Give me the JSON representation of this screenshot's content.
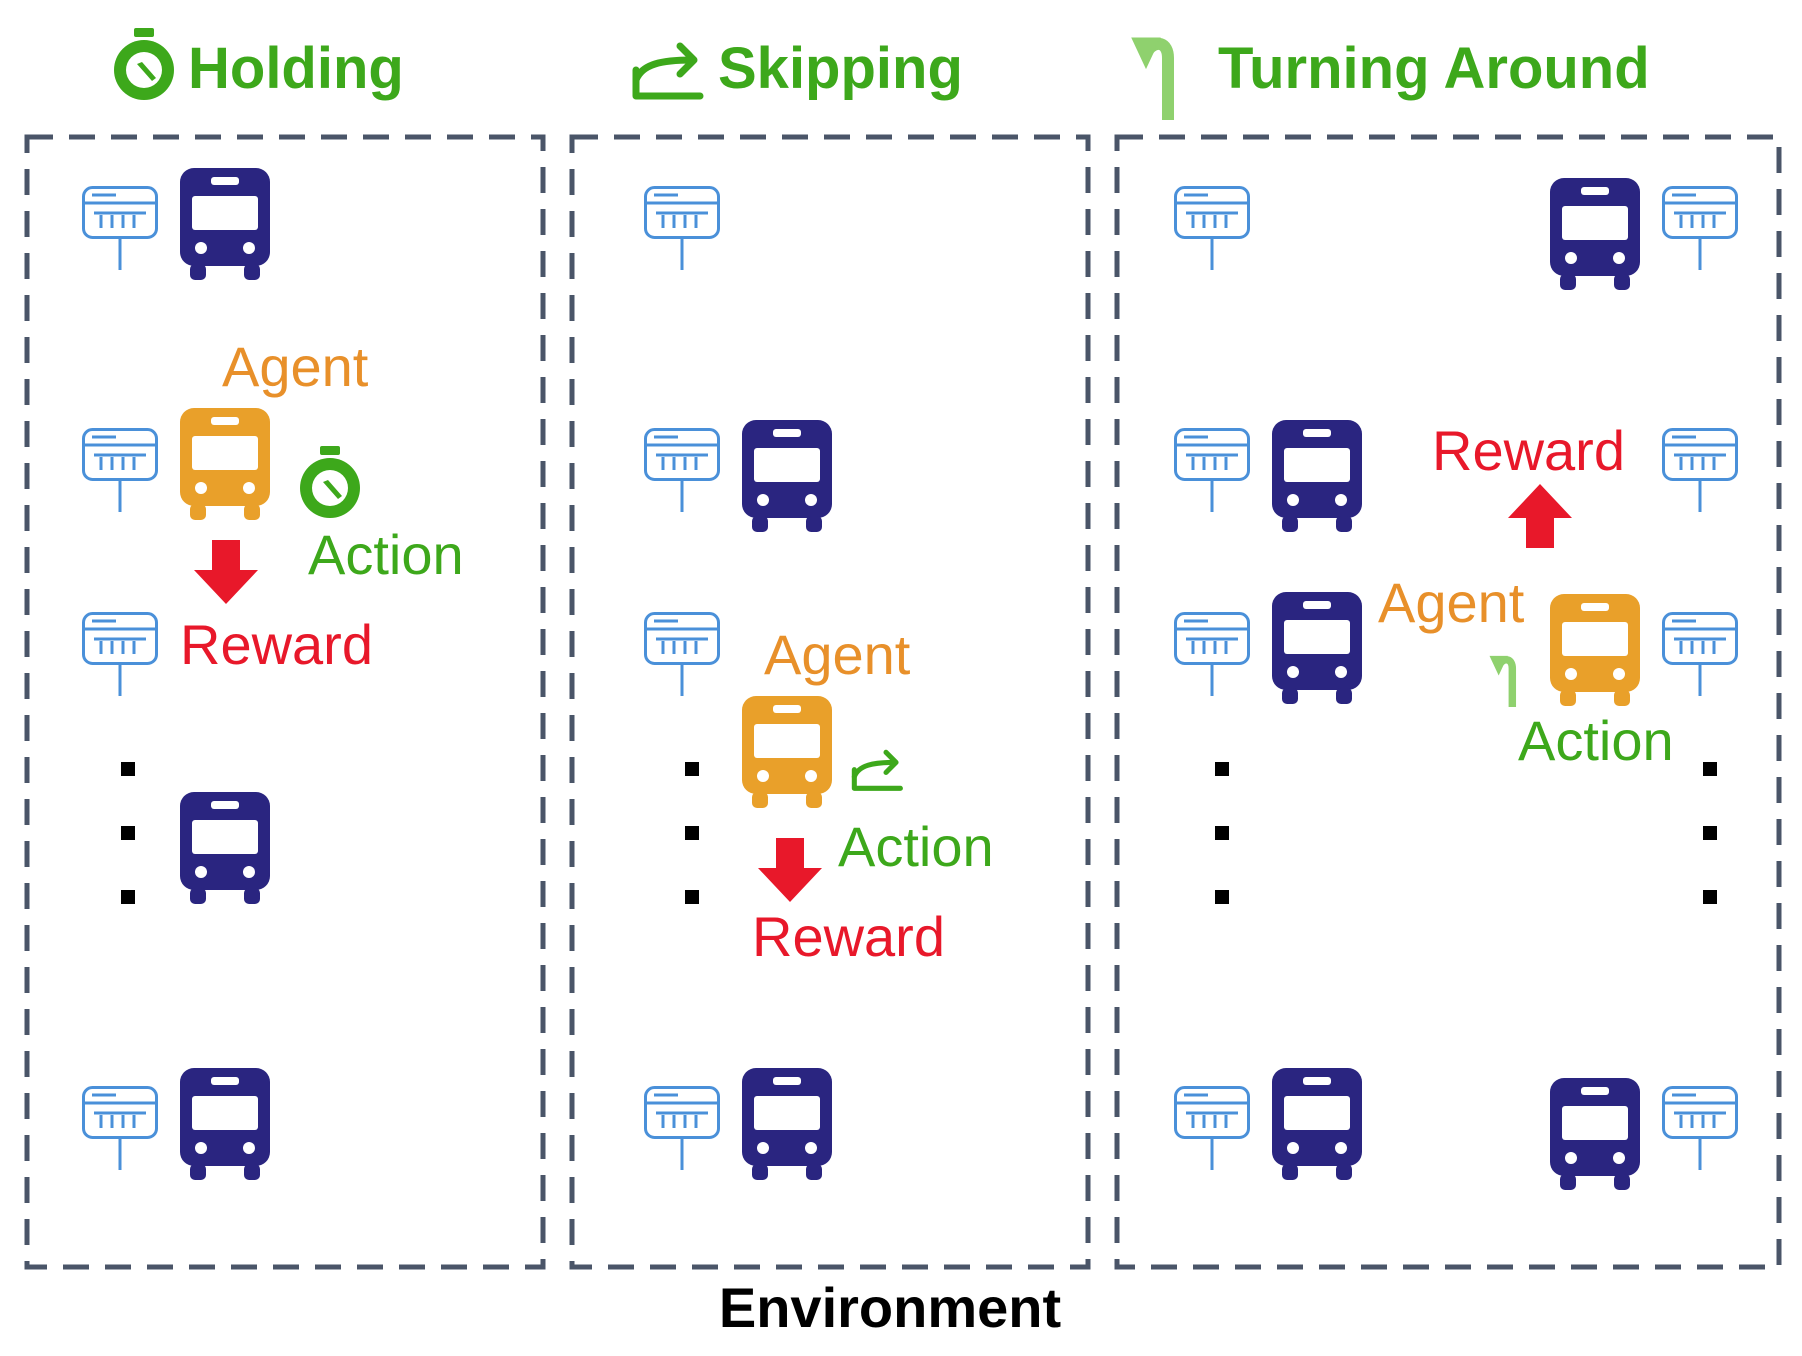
{
  "colors": {
    "green": "#3da81b",
    "light_green": "#8fd16e",
    "orange": "#e8902a",
    "agent_bus": "#e9a02a",
    "bus": "#2a2580",
    "red": "#e8182a",
    "stop": "#4a90d9",
    "border": "#4a5568"
  },
  "panels": {
    "holding": {
      "title": "Holding",
      "icon": "stopwatch-icon",
      "agent_label": "Agent",
      "action_label": "Action",
      "reward_label": "Reward"
    },
    "skipping": {
      "title": "Skipping",
      "icon": "skip-arrow-icon",
      "agent_label": "Agent",
      "action_label": "Action",
      "reward_label": "Reward"
    },
    "turning": {
      "title": "Turning Around",
      "icon": "u-turn-arrow-icon",
      "agent_label": "Agent",
      "action_label": "Action",
      "reward_label": "Reward"
    }
  },
  "footer": {
    "label": "Environment"
  }
}
